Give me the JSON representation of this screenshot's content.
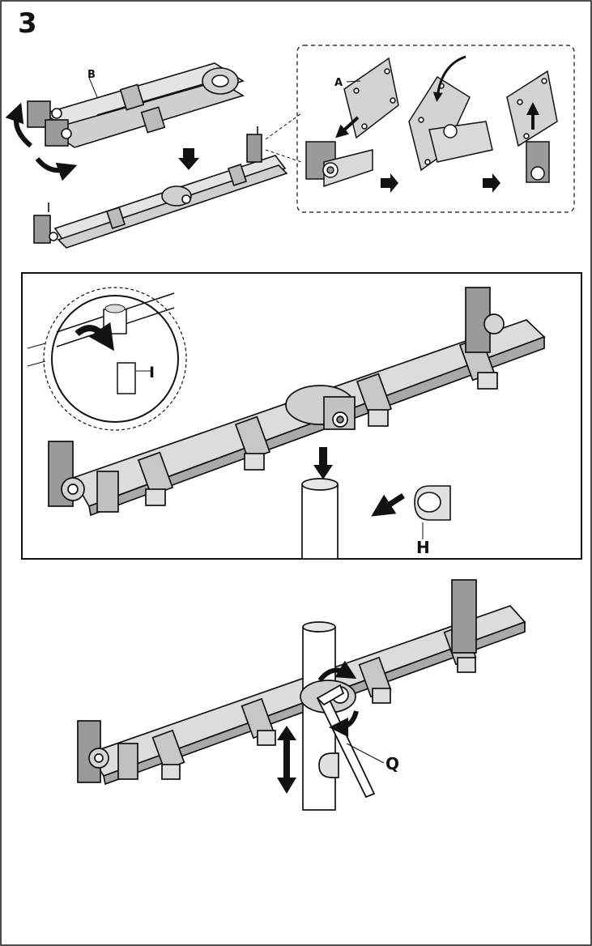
{
  "step_number": "3",
  "labels": {
    "a": "A",
    "b": "B",
    "i": "I",
    "h": "H",
    "q": "Q"
  },
  "colors": {
    "ink": "#111111",
    "arm_fill": "#d9d9d9",
    "arm_dark": "#8f8f8f",
    "panel_bg": "#ffffff"
  }
}
